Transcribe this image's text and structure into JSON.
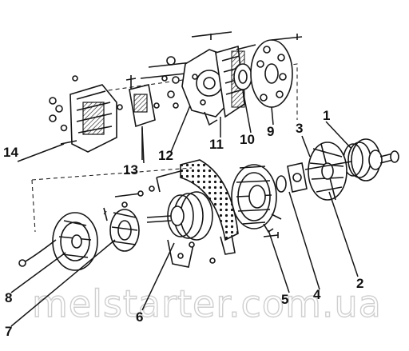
{
  "diagram": {
    "part_labels": [
      "1",
      "2",
      "3",
      "4",
      "5",
      "6",
      "7",
      "8",
      "9",
      "10",
      "11",
      "12",
      "13",
      "14"
    ],
    "watermark": "melstarter.com.ua",
    "colors": {
      "ink": "#151515",
      "background": "#ffffff",
      "watermark": "#cfcfcf"
    }
  }
}
